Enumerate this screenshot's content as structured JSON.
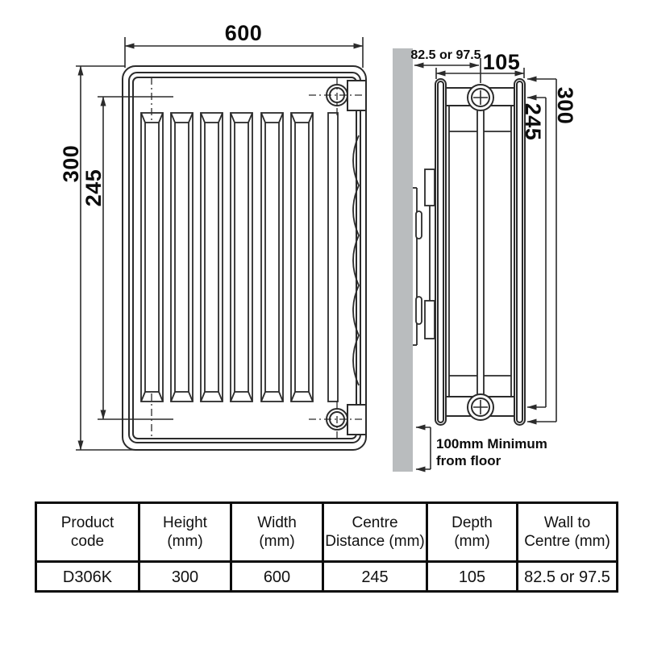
{
  "front_view": {
    "width_dim": "600",
    "height_dim": "300",
    "centre_dim": "245"
  },
  "side_view": {
    "wall_to_centre_dim": "82.5 or 97.5",
    "depth_dim": "105",
    "height_dim": "300",
    "centre_dim": "245",
    "floor_note_line1": "100mm Minimum",
    "floor_note_line2": "from floor"
  },
  "spec_table": {
    "headers": [
      {
        "line1": "Product",
        "line2": "code"
      },
      {
        "line1": "Height",
        "line2": "(mm)"
      },
      {
        "line1": "Width",
        "line2": "(mm)"
      },
      {
        "line1": "Centre",
        "line2": "Distance (mm)"
      },
      {
        "line1": "Depth",
        "line2": "(mm)"
      },
      {
        "line1": "Wall to",
        "line2": "Centre (mm)"
      }
    ],
    "row": [
      "D306K",
      "300",
      "600",
      "245",
      "105",
      "82.5 or 97.5"
    ]
  },
  "colors": {
    "line": "#2b2b2b",
    "wall_fill": "#b9bcbe",
    "text": "#0c0c0c"
  }
}
